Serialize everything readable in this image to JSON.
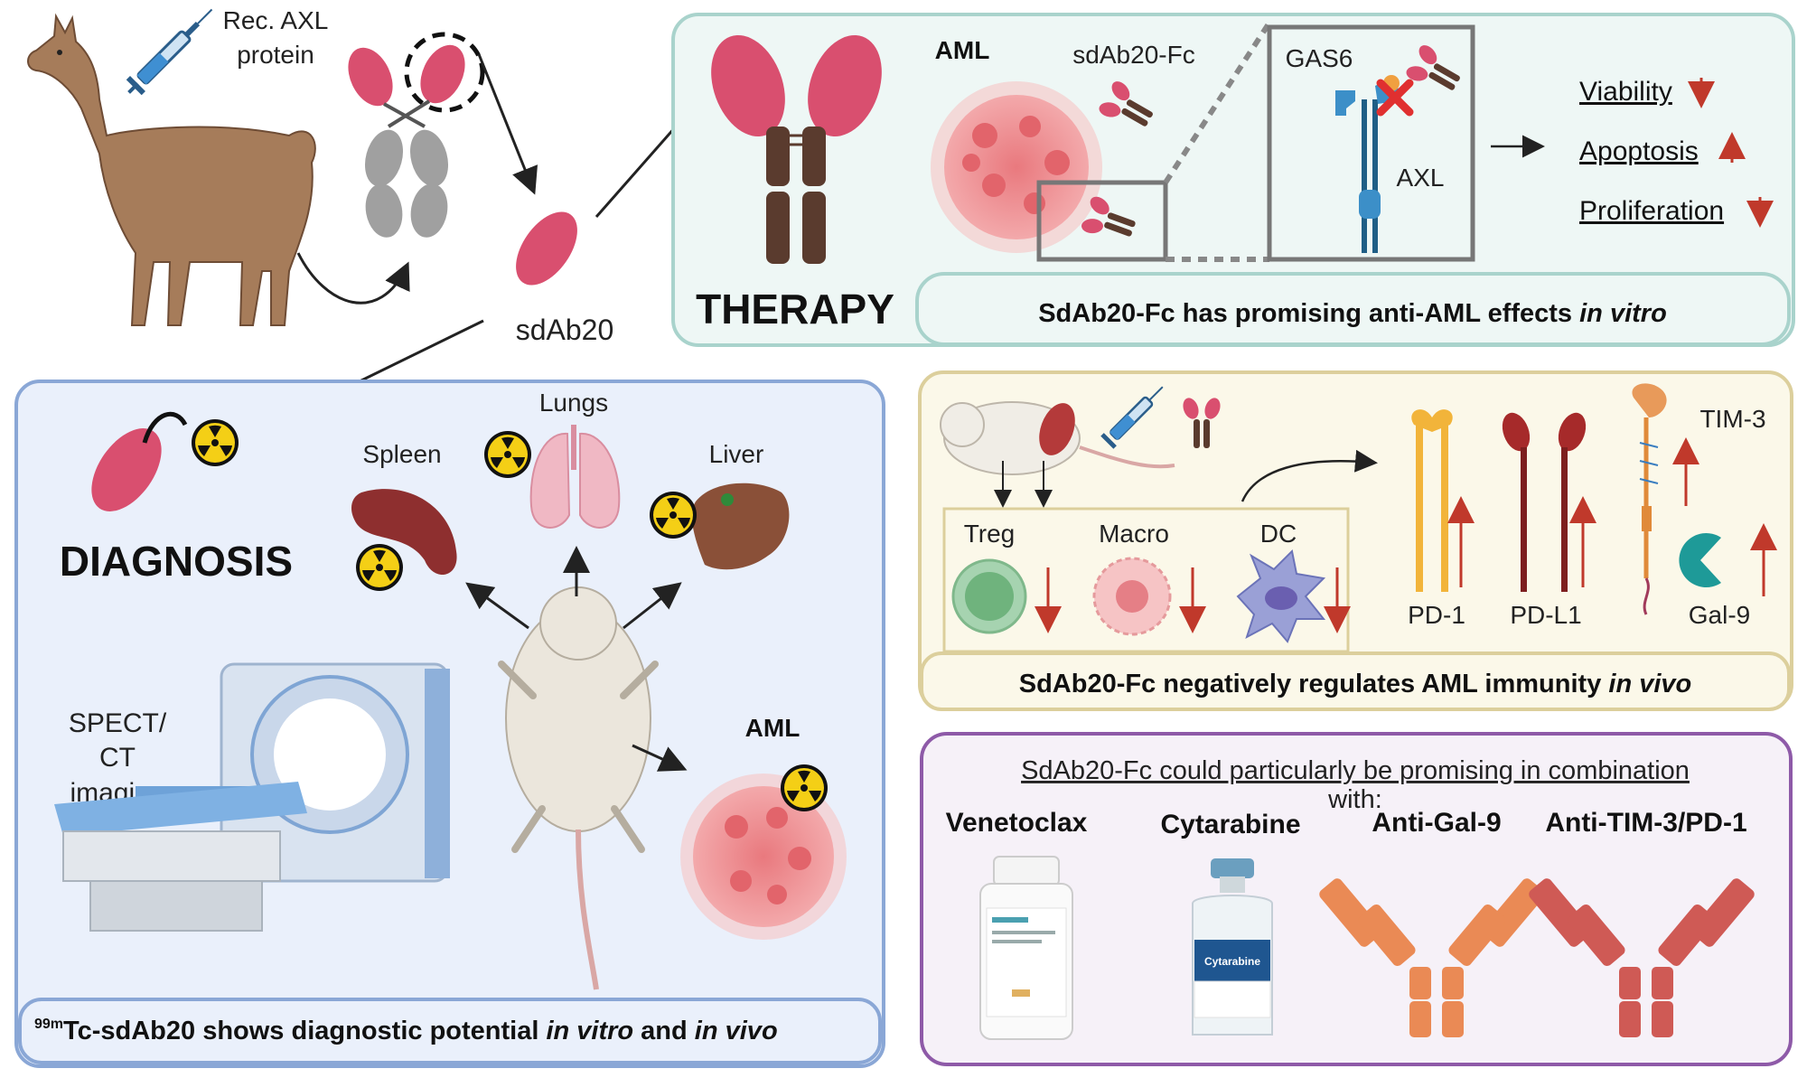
{
  "top_left": {
    "immunization_label_line1": "Rec. AXL",
    "immunization_label_line2": "protein",
    "sdab_label": "sdAb20"
  },
  "therapy": {
    "title": "THERAPY",
    "aml_label": "AML",
    "construct_label": "sdAb20-Fc",
    "ligand_label": "GAS6",
    "receptor_label": "AXL",
    "effects": [
      {
        "label": "Viability",
        "direction": "down"
      },
      {
        "label": "Apoptosis",
        "direction": "up"
      },
      {
        "label": "Proliferation",
        "direction": "down"
      }
    ],
    "summary_text": "SdAb20-Fc has promising anti-AML effects ",
    "summary_italic": "in vitro"
  },
  "diagnosis": {
    "title": "DIAGNOSIS",
    "organs": {
      "spleen": "Spleen",
      "lungs": "Lungs",
      "liver": "Liver",
      "aml": "AML"
    },
    "imaging_line1": "SPECT/",
    "imaging_line2": "CT",
    "imaging_line3": "imaging",
    "summary_sup": "99m",
    "summary_text_1": "Tc-sdAb20 shows diagnostic potential ",
    "summary_italic_1": "in vitro",
    "summary_text_2": " and ",
    "summary_italic_2": "in vivo"
  },
  "immunity": {
    "cells": [
      {
        "label": "Treg",
        "direction": "down"
      },
      {
        "label": "Macro",
        "direction": "down"
      },
      {
        "label": "DC",
        "direction": "down"
      }
    ],
    "checkpoints": [
      {
        "label": "PD-1",
        "direction": "up"
      },
      {
        "label": "PD-L1",
        "direction": "up"
      },
      {
        "label": "TIM-3",
        "direction": "up"
      },
      {
        "label": "Gal-9",
        "direction": "up"
      }
    ],
    "summary_text": "SdAb20-Fc negatively regulates AML immunity ",
    "summary_italic": "in vivo"
  },
  "combination": {
    "heading_line1": "SdAb20-Fc could particularly be promising in combination",
    "heading_line2": "with:",
    "drugs": [
      "Venetoclax",
      "Cytarabine",
      "Anti-Gal-9",
      "Anti-TIM-3/PD-1"
    ],
    "vial_label": "Cytarabine"
  },
  "colors": {
    "therapy_border": "#a9d3cc",
    "therapy_fill": "#eef7f5",
    "diagnosis_border": "#8aa7d6",
    "diagnosis_fill": "#eaf0fb",
    "immunity_border": "#dccf9c",
    "immunity_fill": "#fbf8e9",
    "combination_border": "#8e5aa8",
    "combination_fill": "#f6f1f8",
    "sdab_pink": "#d94f6f",
    "fc_brown": "#5a3b2e",
    "arrow_red": "#c0392b"
  },
  "icons": [
    "llama-icon",
    "syringe-icon",
    "antibody-icon",
    "radioactive-icon",
    "mouse-icon",
    "spect-ct-scanner-icon",
    "pill-bottle-icon",
    "vial-icon"
  ]
}
